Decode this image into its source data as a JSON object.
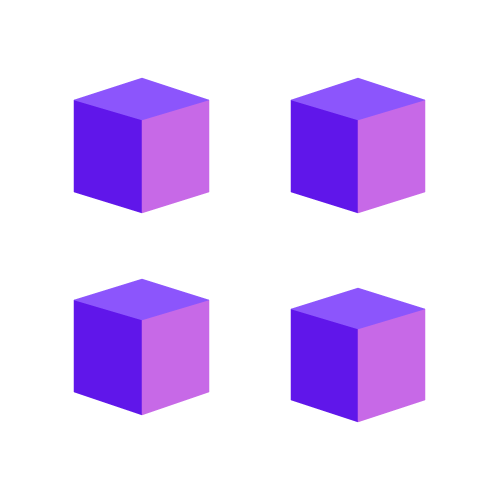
{
  "scene": {
    "background": "#ffffff",
    "cubes": [
      {
        "name": "cube-top-left",
        "top_color": "#8c55fc",
        "left_color": "#6016ea",
        "right_color": "#c769e7"
      },
      {
        "name": "cube-top-right",
        "top_color": "#8c55fc",
        "left_color": "#6016ea",
        "right_color": "#c769e7"
      },
      {
        "name": "cube-bottom-left",
        "top_color": "#8c55fc",
        "left_color": "#6016ea",
        "right_color": "#c769e7"
      },
      {
        "name": "cube-bottom-right",
        "top_color": "#8c55fc",
        "left_color": "#6016ea",
        "right_color": "#c769e7"
      }
    ]
  }
}
